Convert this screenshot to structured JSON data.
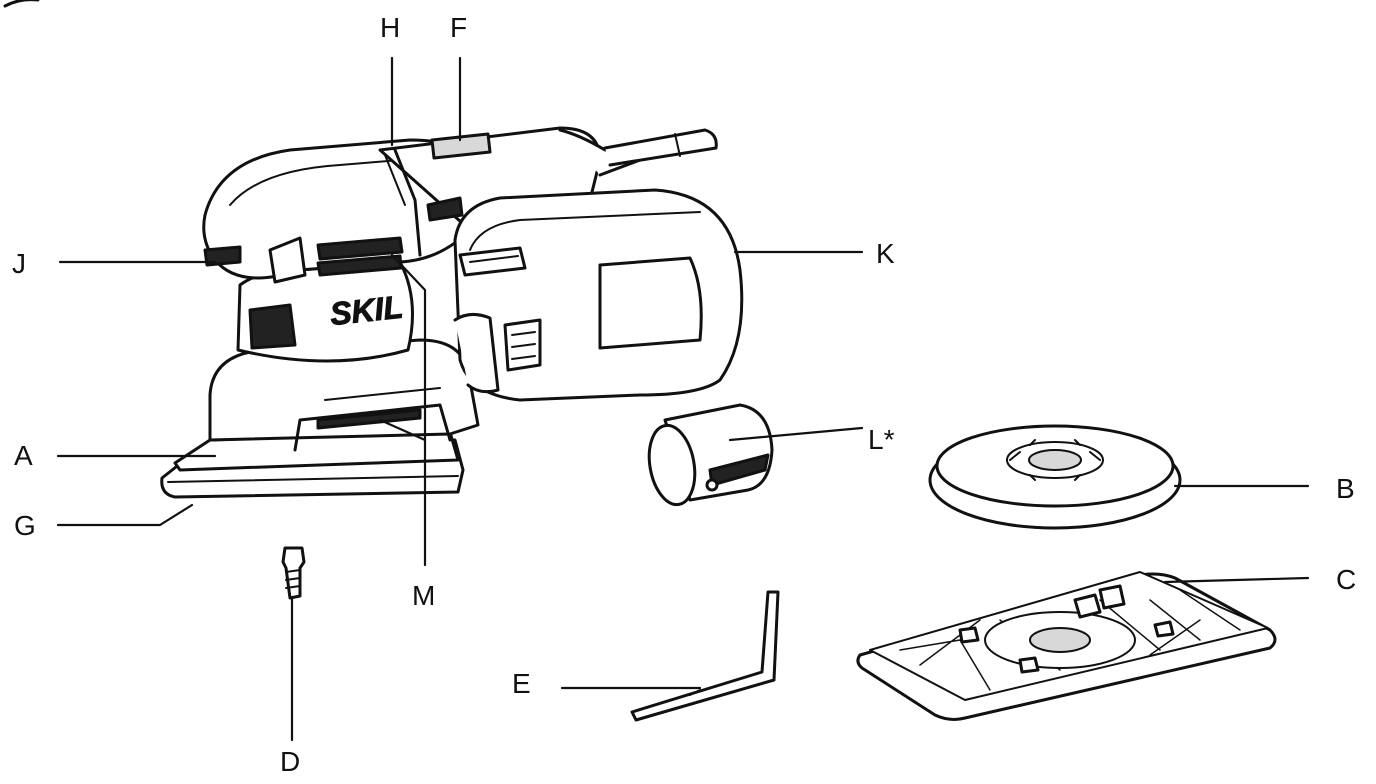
{
  "brand": "SKIL",
  "callouts": {
    "H": "H",
    "F": "F",
    "J": "J",
    "K": "K",
    "A": "A",
    "G": "G",
    "L": "L*",
    "B": "B",
    "M": "M",
    "C": "C",
    "E": "E",
    "D": "D"
  },
  "colors": {
    "ink": "#111111",
    "fill": "#ffffff",
    "shade": "#d8d8d8"
  }
}
